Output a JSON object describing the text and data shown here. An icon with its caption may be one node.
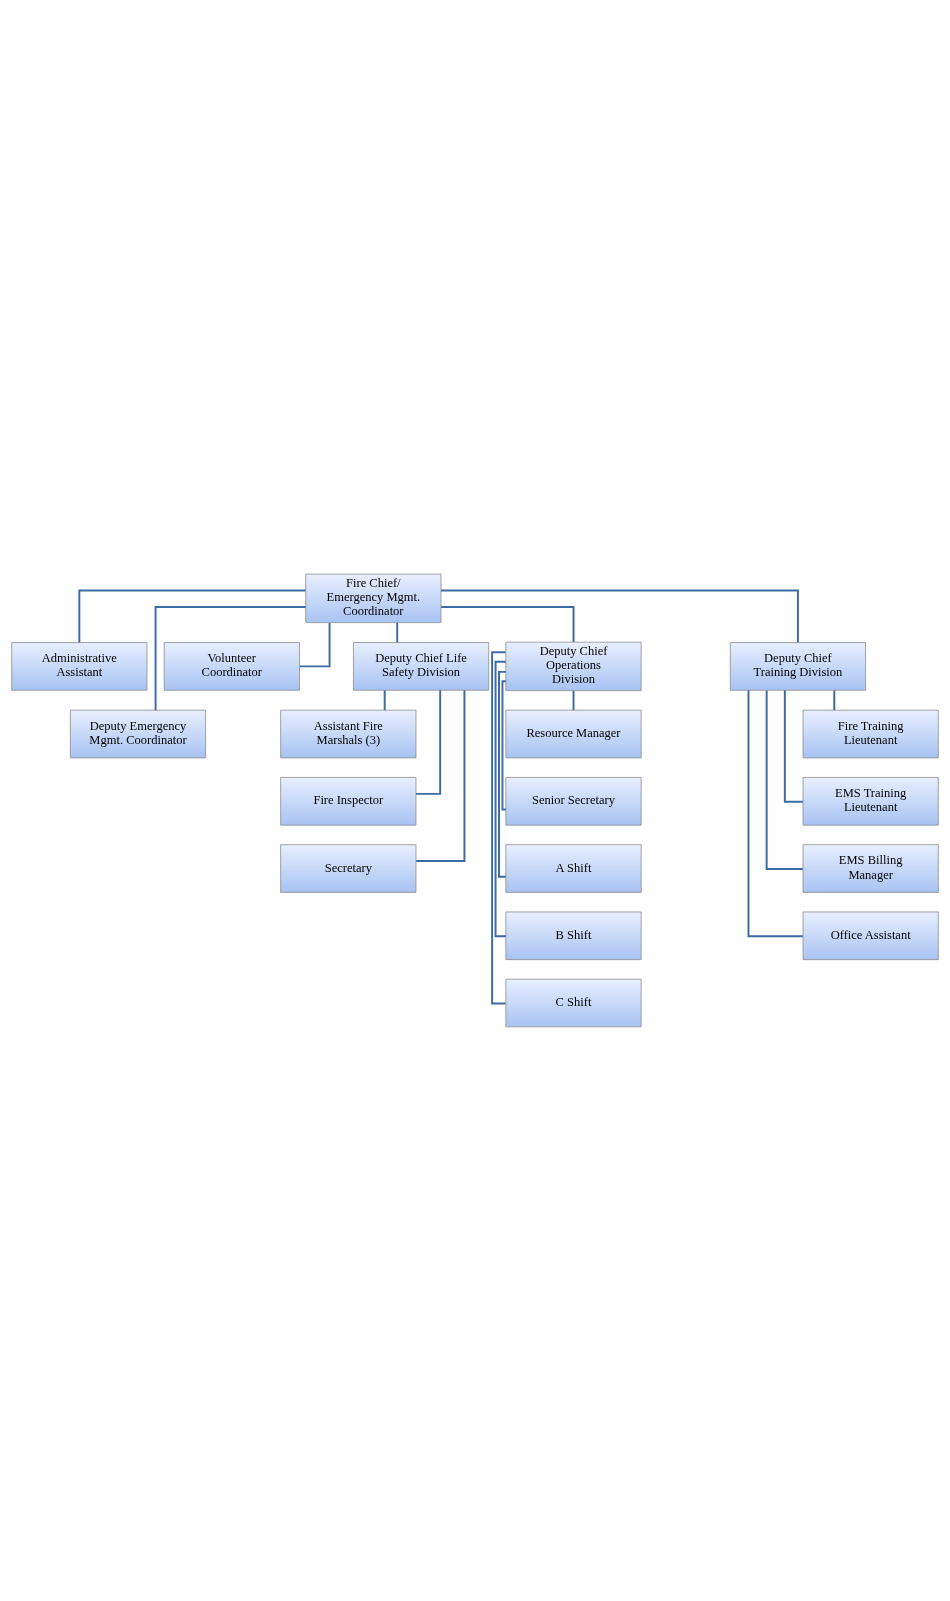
{
  "diagram": {
    "nodes": [
      {
        "text": [
          "Fire Chief/ Emergency Mgmt. Coordinator"
        ]
      },
      {
        "text": [
          "Administrative Assistant"
        ]
      },
      {
        "text": [
          "Volunteer Coordinator"
        ]
      },
      {
        "text": [
          "Deputy Emergency Mgmt. Coordinator"
        ]
      },
      {
        "text": [
          "Deputy Chief Life Safety Division"
        ]
      },
      {
        "text": [
          "Deputy Chief Operations Division"
        ]
      },
      {
        "text": [
          "Deputy Chief Training Division"
        ]
      },
      {
        "text": [
          "Assistant Fire Marshals (3)"
        ]
      },
      {
        "text": [
          "Fire Inspector"
        ]
      },
      {
        "text": [
          "Secretary"
        ]
      },
      {
        "text": [
          "Resource Manager"
        ]
      },
      {
        "text": [
          "Senior Secretary"
        ]
      },
      {
        "text": [
          "A Shift"
        ]
      },
      {
        "text": [
          "B Shift"
        ]
      },
      {
        "text": [
          "C Shift"
        ]
      },
      {
        "text": [
          "Fire Training Lieutenant"
        ]
      },
      {
        "text": [
          "EMS Training Lieutenant"
        ]
      },
      {
        "text": [
          "EMS Billing Manager"
        ]
      },
      {
        "text": [
          "Office Assistant"
        ]
      }
    ],
    "edges": [
      {
        "from": 0,
        "to": 1,
        "arrow": "none"
      },
      {
        "from": 0,
        "to": 2,
        "arrow": "none"
      },
      {
        "from": 0,
        "to": 3,
        "arrow": "none"
      },
      {
        "from": 0,
        "to": 4,
        "arrow": "none"
      },
      {
        "from": 0,
        "to": 5,
        "arrow": "none"
      },
      {
        "from": 0,
        "to": 6,
        "arrow": "none"
      },
      {
        "from": 4,
        "to": 7,
        "arrow": "none"
      },
      {
        "from": 4,
        "to": 8,
        "arrow": "none"
      },
      {
        "from": 4,
        "to": 9,
        "arrow": "none"
      },
      {
        "from": 5,
        "to": 10,
        "arrow": "none"
      },
      {
        "from": 5,
        "to": 11,
        "arrow": "none"
      },
      {
        "from": 5,
        "to": 12,
        "arrow": "none"
      },
      {
        "from": 5,
        "to": 13,
        "arrow": "none"
      },
      {
        "from": 5,
        "to": 14,
        "arrow": "none"
      },
      {
        "from": 6,
        "to": 15,
        "arrow": "none"
      },
      {
        "from": 6,
        "to": 16,
        "arrow": "none"
      },
      {
        "from": 6,
        "to": 17,
        "arrow": "none"
      },
      {
        "from": 6,
        "to": 18,
        "arrow": "none"
      }
    ]
  }
}
